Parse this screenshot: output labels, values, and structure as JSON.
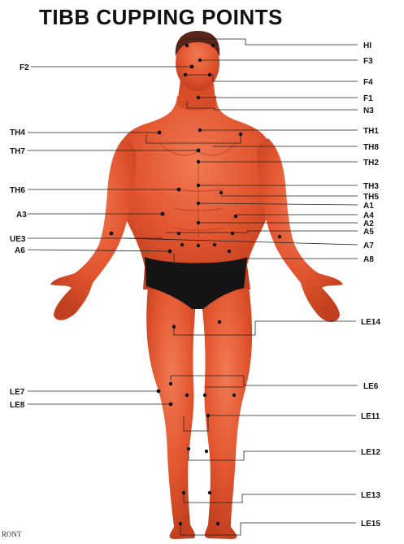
{
  "title": "TIBB CUPPING POINTS",
  "view_label": "RONT",
  "colors": {
    "skin": "#e2552f",
    "skin_light": "#ef8a63",
    "skin_dark": "#b8361a",
    "hair": "#5a2418",
    "briefs": "#141414",
    "point": "#111111",
    "line": "#222222",
    "background": "#ffffff"
  },
  "points_left": [
    {
      "label": "F2",
      "dot": [
        236,
        82
      ],
      "text": [
        24,
        82
      ]
    },
    {
      "label": "TH4",
      "dot": [
        196,
        163
      ],
      "text": [
        12,
        163
      ]
    },
    {
      "label": "TH7",
      "dot": [
        244,
        185
      ],
      "text": [
        12,
        185
      ]
    },
    {
      "label": "TH6",
      "dot": [
        220,
        233
      ],
      "text": [
        12,
        233
      ]
    },
    {
      "label": "A3",
      "dot": [
        200,
        263
      ],
      "text": [
        20,
        263
      ]
    },
    {
      "label": "UE3",
      "dot": [
        137,
        287
      ],
      "text": [
        12,
        293
      ]
    },
    {
      "label": "A6",
      "dot": [
        209,
        309
      ],
      "text": [
        18,
        307
      ]
    },
    {
      "label": "LE7",
      "dot": [
        195,
        481
      ],
      "text": [
        12,
        481
      ]
    },
    {
      "label": "LE8",
      "dot": [
        210,
        497
      ],
      "text": [
        12,
        497
      ]
    }
  ],
  "points_right": [
    {
      "label": "HI",
      "text": [
        447,
        55
      ]
    },
    {
      "label": "F3",
      "text": [
        447,
        74
      ]
    },
    {
      "label": "F4",
      "text": [
        447,
        100
      ]
    },
    {
      "label": "F1",
      "text": [
        447,
        120
      ]
    },
    {
      "label": "N3",
      "text": [
        447,
        135
      ]
    },
    {
      "label": "TH1",
      "text": [
        447,
        160
      ]
    },
    {
      "label": "TH8",
      "text": [
        447,
        180
      ]
    },
    {
      "label": "TH2",
      "text": [
        447,
        199
      ]
    },
    {
      "label": "TH3",
      "text": [
        447,
        228
      ]
    },
    {
      "label": "TH5",
      "text": [
        447,
        241
      ]
    },
    {
      "label": "A1",
      "text": [
        447,
        252
      ]
    },
    {
      "label": "A4",
      "text": [
        447,
        264
      ]
    },
    {
      "label": "A2",
      "text": [
        447,
        274
      ]
    },
    {
      "label": "A5",
      "text": [
        447,
        284
      ]
    },
    {
      "label": "A7",
      "text": [
        447,
        301
      ]
    },
    {
      "label": "A8",
      "text": [
        447,
        318
      ]
    },
    {
      "label": "LE14",
      "text": [
        444,
        395
      ]
    },
    {
      "label": "LE6",
      "text": [
        447,
        474
      ]
    },
    {
      "label": "LE11",
      "text": [
        444,
        511
      ]
    },
    {
      "label": "LE12",
      "text": [
        444,
        555
      ]
    },
    {
      "label": "LE13",
      "text": [
        444,
        608
      ]
    },
    {
      "label": "LE15",
      "text": [
        444,
        643
      ]
    }
  ]
}
